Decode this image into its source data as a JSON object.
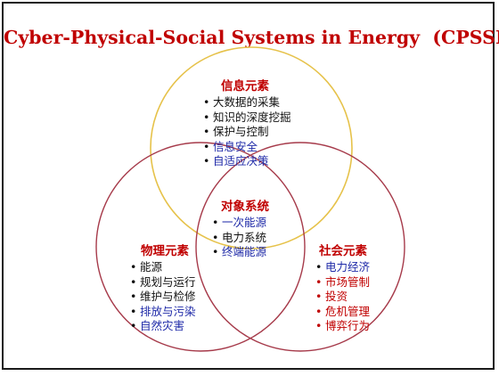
{
  "title": "Cyber-Physical-Social Systems in Energy  (CPSSE)",
  "colors": {
    "title": "#c00000",
    "heading": "#c00000",
    "text": "#111111",
    "highlight_blue": "#1f2aa8",
    "circle_top": "#e6c24a",
    "circle_left": "#a63a4a",
    "circle_right": "#a63a4a"
  },
  "info": {
    "heading": "信息元素",
    "items": [
      {
        "text": "大数据的采集",
        "tone": "black"
      },
      {
        "text": "知识的深度挖掘",
        "tone": "black"
      },
      {
        "text": "保护与控制",
        "tone": "black"
      },
      {
        "text": "信息安全",
        "tone": "blue"
      },
      {
        "text": "自适应决策",
        "tone": "blue"
      }
    ]
  },
  "object": {
    "heading": "对象系统",
    "items": [
      {
        "text": "一次能源",
        "tone": "blue"
      },
      {
        "text": "电力系统",
        "tone": "black"
      },
      {
        "text": "终端能源",
        "tone": "blue"
      }
    ]
  },
  "physical": {
    "heading": "物理元素",
    "items": [
      {
        "text": "能源",
        "tone": "black"
      },
      {
        "text": "规划与运行",
        "tone": "black"
      },
      {
        "text": "维护与检修",
        "tone": "black"
      },
      {
        "text": "排放与污染",
        "tone": "blue"
      },
      {
        "text": "自然灾害",
        "tone": "blue"
      }
    ]
  },
  "social": {
    "heading": "社会元素",
    "items": [
      {
        "text": "电力经济",
        "tone": "blue"
      },
      {
        "text": "市场管制",
        "tone": "red"
      },
      {
        "text": "投资",
        "tone": "red"
      },
      {
        "text": "危机管理",
        "tone": "red"
      },
      {
        "text": "博弈行为",
        "tone": "red"
      }
    ]
  }
}
